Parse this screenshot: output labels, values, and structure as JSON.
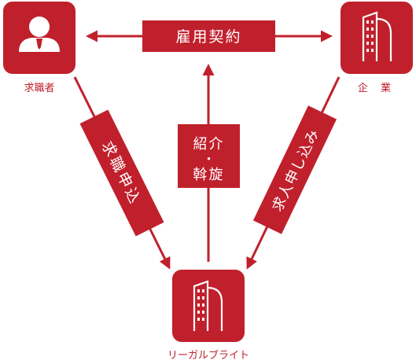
{
  "colors": {
    "accent": "#c0202c",
    "box_fill": "#c0202c",
    "text_on_accent": "#ffffff"
  },
  "nodes": {
    "job_seeker": {
      "label": "求職者",
      "icon": "person-icon"
    },
    "company": {
      "label": "企 業",
      "icon": "building-icon"
    },
    "legal_bright": {
      "label": "リーガルブライト",
      "icon": "building-icon"
    }
  },
  "edges": {
    "employment_contract": "雇用契約",
    "introduction_line1": "紹介",
    "introduction_dot": "・",
    "introduction_line2": "斡旋",
    "job_application": "求職申込",
    "job_offer_application": "求人申し込み"
  }
}
